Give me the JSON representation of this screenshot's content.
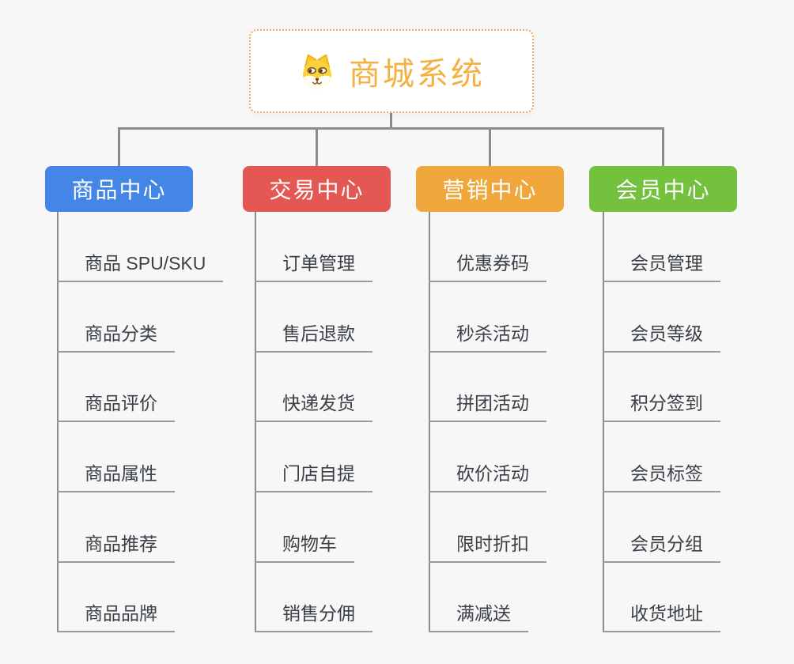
{
  "root": {
    "title": "商城系统",
    "text_color": "#f5b042",
    "border_color": "#f0a860",
    "icon": "shiba-dog-icon"
  },
  "connectors": {
    "color": "#8c8c8c",
    "leaf_underline_color": "#9a9a9a"
  },
  "branches": [
    {
      "label": "商品中心",
      "color": "#4486e7",
      "items": [
        "商品 SPU/SKU",
        "商品分类",
        "商品评价",
        "商品属性",
        "商品推荐",
        "商品品牌"
      ]
    },
    {
      "label": "交易中心",
      "color": "#e45853",
      "items": [
        "订单管理",
        "售后退款",
        "快递发货",
        "门店自提",
        "购物车",
        "销售分佣"
      ]
    },
    {
      "label": "营销中心",
      "color": "#efa73c",
      "items": [
        "优惠券码",
        "秒杀活动",
        "拼团活动",
        "砍价活动",
        "限时折扣",
        "满减送"
      ]
    },
    {
      "label": "会员中心",
      "color": "#73c13d",
      "items": [
        "会员管理",
        "会员等级",
        "积分签到",
        "会员标签",
        "会员分组",
        "收货地址"
      ]
    }
  ]
}
